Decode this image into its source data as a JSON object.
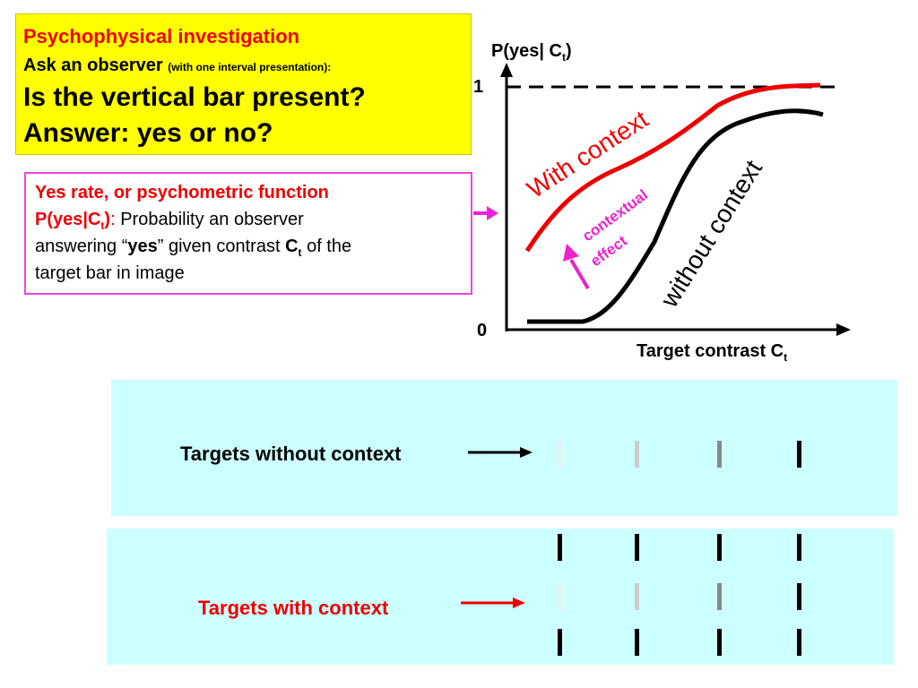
{
  "yellow_box": {
    "line1": "Psychophysical investigation",
    "line2_main": "Ask an observer",
    "line2_small": "(with one interval presentation):",
    "line3": "Is the vertical bar present?",
    "line4": "Answer: yes or no?"
  },
  "pink_box": {
    "line1": "Yes rate, or psychometric function",
    "line2_red": "P(yes|C",
    "line2_red_sub": "t",
    "line2_red_end": ")",
    "line2_colon": ":",
    "line2_text": " Probability an observer",
    "line3_pre": "answering “",
    "line3_bold": "yes",
    "line3_post": "”  given contrast ",
    "line3_c": "C",
    "line3_c_sub": "t",
    "line3_end": " of the",
    "line4": "target bar in image"
  },
  "plot": {
    "ylabel": "P(yes| C",
    "ylabel_sub": "t",
    "ylabel_end": ")",
    "y_tick_top": "1",
    "y_tick_bottom": "0",
    "xlabel": "Target contrast C",
    "xlabel_sub": "t",
    "with_context_label": "With context",
    "without_context_label": "without context",
    "contextual_effect_line1": "contextual",
    "contextual_effect_line2": "effect",
    "colors": {
      "with": "#ee0000",
      "without": "#000000",
      "effect": "#ee22cc",
      "arrow": "#ee22dd"
    }
  },
  "panels": {
    "top_label": "Targets without context",
    "bottom_label": "Targets with context",
    "target_grays": [
      "#eeeeee",
      "#cccccc",
      "#888888",
      "#000000"
    ],
    "context_color": "#000000",
    "top_label_color": "#000000",
    "bottom_label_color": "#ee0000"
  }
}
